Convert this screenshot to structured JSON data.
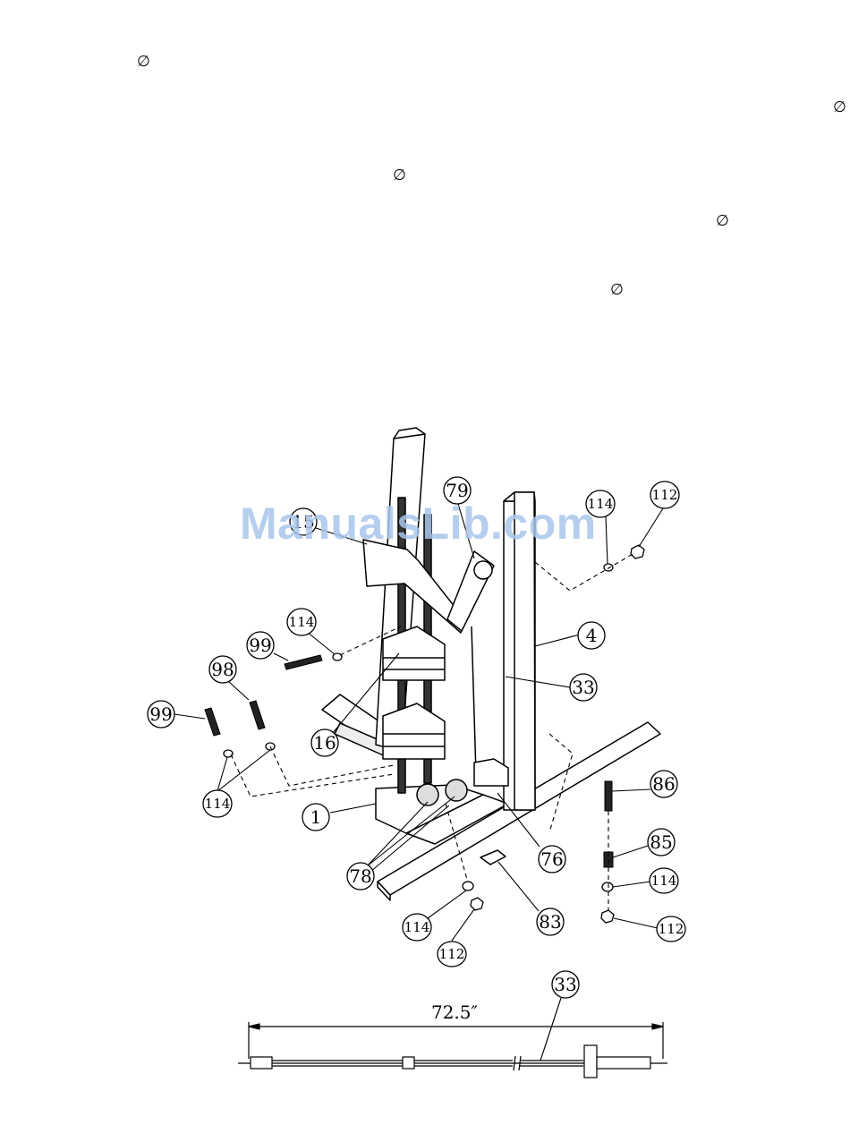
{
  "diameter_symbols": [
    "∅",
    "∅",
    "∅",
    "∅",
    "∅"
  ],
  "watermark": "ManualsLib.com",
  "part_labels": [
    {
      "id": "79"
    },
    {
      "id": "15"
    },
    {
      "id": "114"
    },
    {
      "id": "112"
    },
    {
      "id": "4"
    },
    {
      "id": "33"
    },
    {
      "id": "114"
    },
    {
      "id": "99"
    },
    {
      "id": "98"
    },
    {
      "id": "99"
    },
    {
      "id": "16"
    },
    {
      "id": "114"
    },
    {
      "id": "1"
    },
    {
      "id": "78"
    },
    {
      "id": "76"
    },
    {
      "id": "86"
    },
    {
      "id": "85"
    },
    {
      "id": "114"
    },
    {
      "id": "112"
    },
    {
      "id": "114"
    },
    {
      "id": "112"
    },
    {
      "id": "83"
    },
    {
      "id": "33"
    }
  ],
  "cable": {
    "length": "72.5″"
  }
}
